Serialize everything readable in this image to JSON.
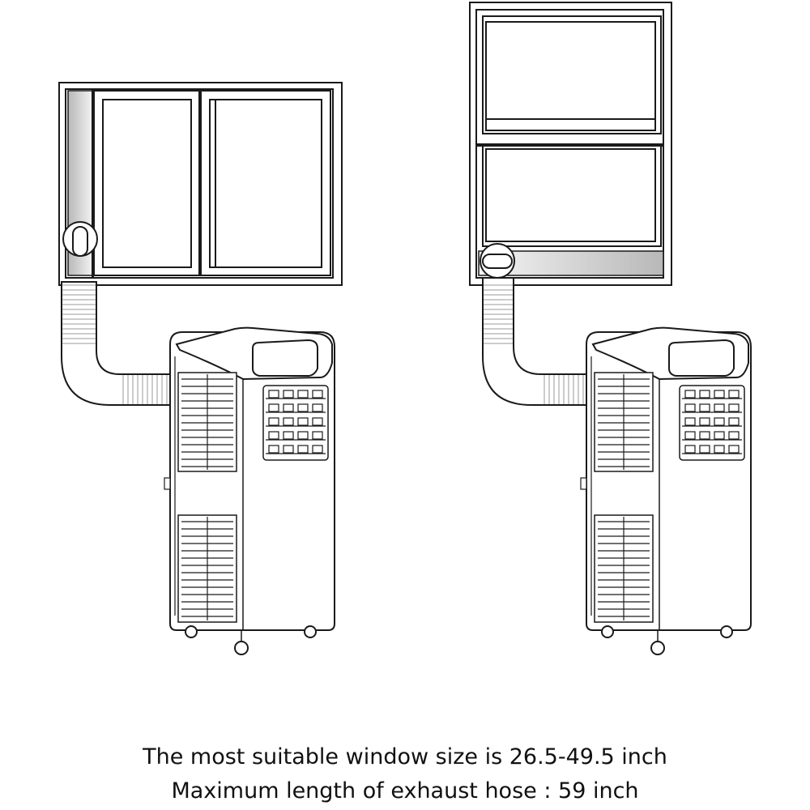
{
  "caption": {
    "line1": "The most suitable window size is 26.5-49.5 inch",
    "line2": "Maximum length of exhaust hose : 59 inch"
  },
  "illustrations": [
    {
      "name": "sliding-window-installation",
      "window": "sliding",
      "vent_panel": "vertical"
    },
    {
      "name": "hung-window-installation",
      "window": "hung",
      "vent_panel": "horizontal"
    }
  ],
  "colors": {
    "line": "#1a1a1a",
    "panel_dark": "#b8b8b8",
    "panel_light": "#f4f4f4",
    "background": "#ffffff"
  }
}
